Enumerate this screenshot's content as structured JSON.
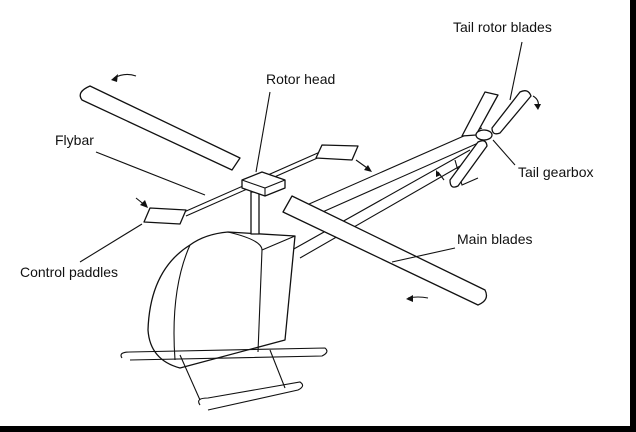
{
  "title": "Helicopter parts diagram",
  "labels": {
    "tail_rotor_blades": "Tail rotor blades",
    "rotor_head": "Rotor head",
    "flybar": "Flybar",
    "tail_gearbox": "Tail gearbox",
    "main_blades": "Main blades",
    "control_paddles": "Control paddles"
  },
  "colors": {
    "line": "#111111",
    "background": "#ffffff",
    "frame": "#000000"
  }
}
